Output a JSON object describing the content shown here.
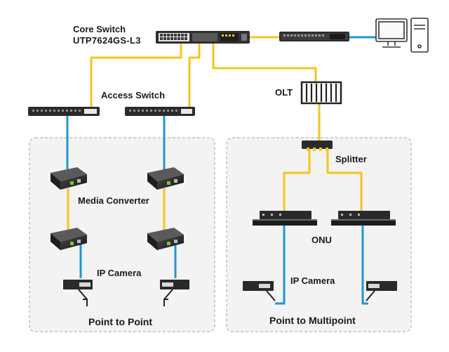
{
  "labels": {
    "core_switch_title": "Core Switch",
    "core_switch_model": "UTP7624GS-L3",
    "access_switch": "Access Switch",
    "olt": "OLT",
    "splitter": "Splitter",
    "media_converter": "Media Converter",
    "ip_camera_left": "IP Camera",
    "onu": "ONU",
    "ip_camera_right": "IP Camera",
    "region_left": "Point to Point",
    "region_right": "Point to Multipoint"
  },
  "colors": {
    "fiber": "#f5c518",
    "copper": "#1f97d4",
    "region_border": "#b5b5b5",
    "region_fill": "#f3f3f3",
    "device_dark": "#2b2b2b",
    "core_accent": "#f0c419"
  },
  "icons": [
    "workstation-icon",
    "tower-pc-icon",
    "rack-switch-icon",
    "olt-chassis-icon",
    "splitter-icon",
    "media-converter-icon",
    "onu-icon",
    "ip-camera-icon"
  ]
}
